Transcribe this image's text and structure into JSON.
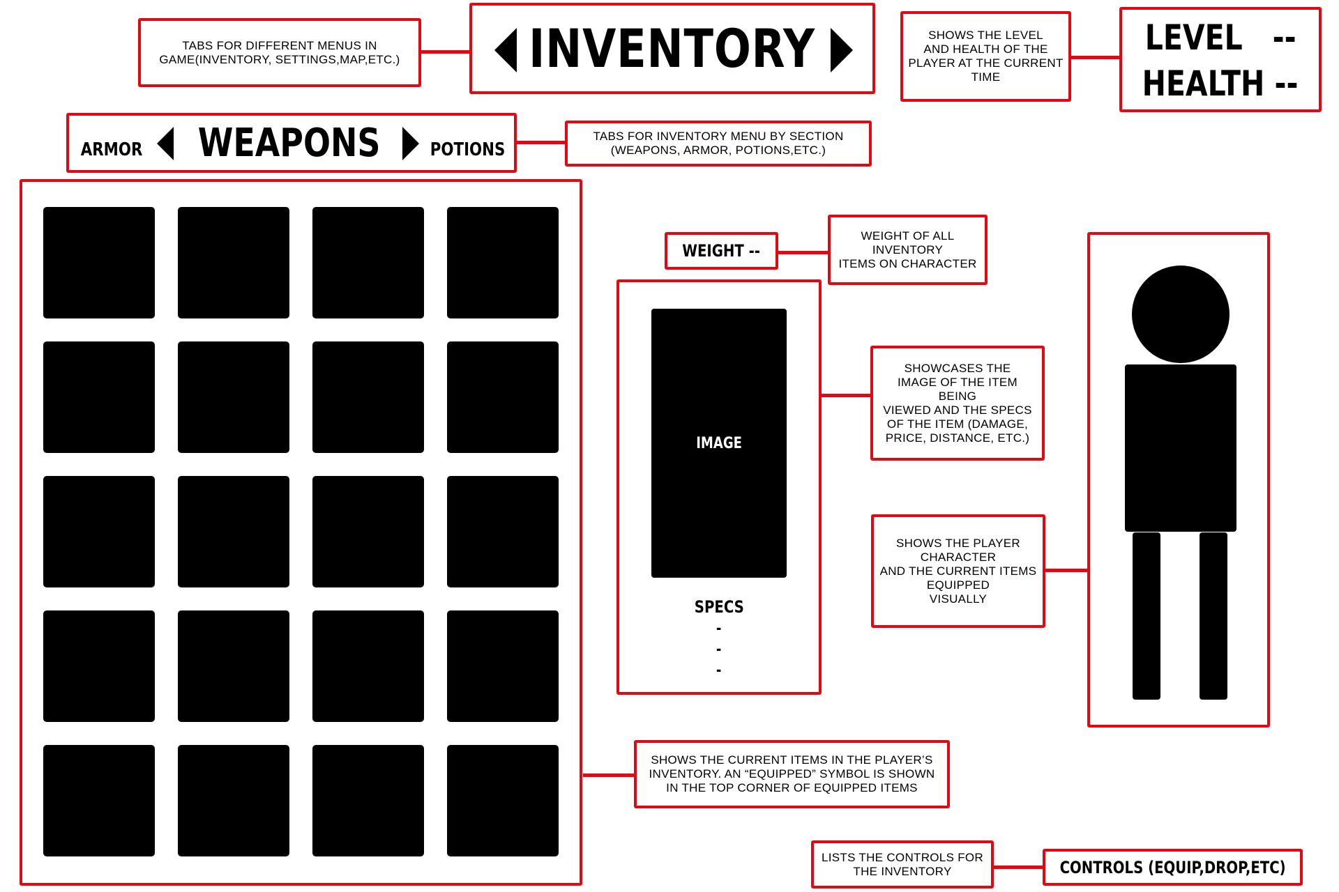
{
  "notes": {
    "menu_tabs": "TABS FOR DIFFERENT MENUS IN\nGAME(INVENTORY, SETTINGS,MAP,ETC.)",
    "level_health": "SHOWS THE LEVEL\nAND HEALTH OF THE\nPLAYER AT THE CURRENT\nTIME",
    "section_tabs": "TABS FOR INVENTORY MENU BY SECTION\n(WEAPONS, ARMOR, POTIONS,ETC.)",
    "weight": "WEIGHT OF ALL\nINVENTORY\nITEMS ON CHARACTER",
    "showcase": "SHOWCASES THE\nIMAGE OF THE ITEM BEING\nVIEWED AND THE SPECS\nOF THE ITEM (DAMAGE,\nPRICE, DISTANCE, ETC.)",
    "player": "SHOWS THE PLAYER\nCHARACTER\nAND THE CURRENT ITEMS\nEQUIPPED\nVISUALLY",
    "inventory_grid": "SHOWS THE CURRENT ITEMS IN THE PLAYER’S\nINVENTORY. AN “EQUIPPED” SYMBOL IS SHOWN\nIN THE TOP CORNER OF EQUIPPED ITEMS",
    "controls": "LISTS THE CONTROLS FOR\nTHE INVENTORY"
  },
  "main_menu": {
    "title": "INVENTORY"
  },
  "stats": {
    "level": "LEVEL   --",
    "health": "HEALTH --"
  },
  "section_tabs": {
    "left": "ARMOR",
    "current": "WEAPONS",
    "right": "POTIONS"
  },
  "weight": {
    "label": "WEIGHT --"
  },
  "item_detail": {
    "image_label": "IMAGE",
    "specs_title": "SPECS",
    "spec_lines": [
      "-",
      "-",
      "-"
    ]
  },
  "controls": {
    "label": "CONTROLS (EQUIP,DROP,ETC)"
  },
  "grid": {
    "rows": 5,
    "columns": 4
  },
  "colors": {
    "accent": "#e30613",
    "fill": "#000000",
    "background": "#ffffff"
  }
}
